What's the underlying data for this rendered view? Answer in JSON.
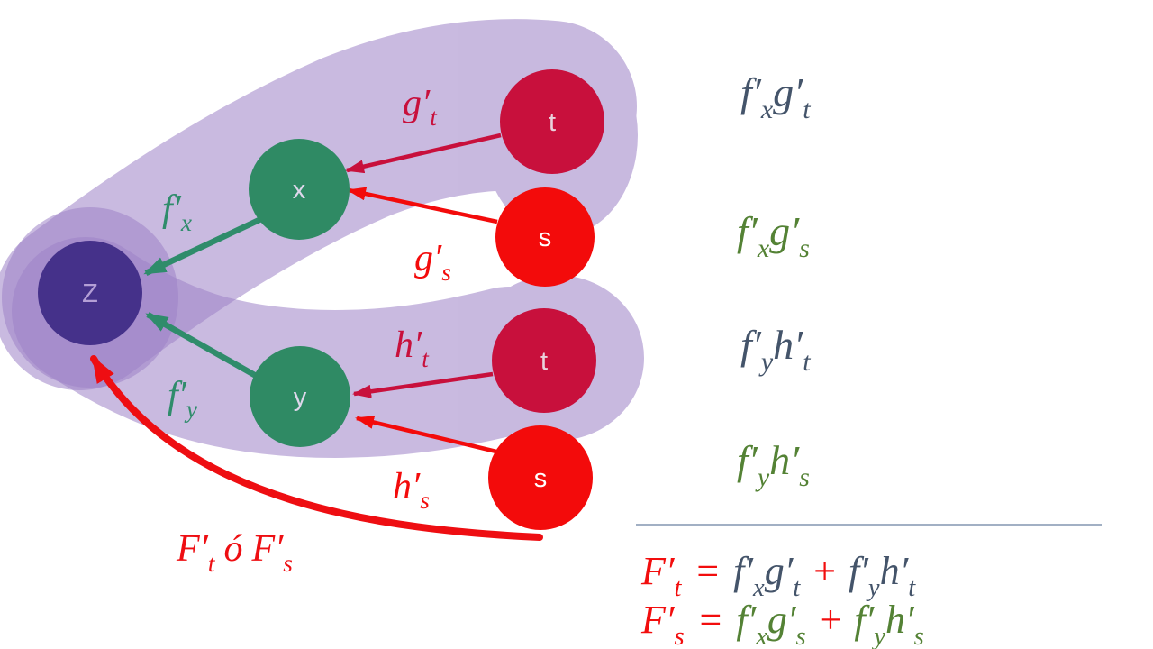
{
  "colors": {
    "blob": "#9C81C6",
    "node_z": "#45318A",
    "node_green": "#2F8A64",
    "node_crimson": "#C8103C",
    "node_red": "#F30B0B",
    "arrow_green": "#2F8C6B",
    "arrow_crimson": "#C8103C",
    "arrow_red": "#F30B0B",
    "curve_red": "#EE0E12",
    "label_z": "#B49FD6",
    "label_green_node": "#DED7EB",
    "label_t": "#E9D2DC",
    "label_s": "#FFFFFF",
    "slate": "#44546A",
    "olive": "#548235",
    "formula_red": "#F20D0D",
    "rule": "#8496B0"
  },
  "nodes": {
    "z": {
      "label": "Z"
    },
    "x": {
      "label": "x"
    },
    "y": {
      "label": "y"
    },
    "t_upper": {
      "label": "t"
    },
    "s_upper": {
      "label": "s"
    },
    "t_lower": {
      "label": "t"
    },
    "s_lower": {
      "label": "s"
    }
  },
  "edge_labels": {
    "g_t": {
      "main": "g′",
      "sub": "t"
    },
    "g_s": {
      "main": "g′",
      "sub": "s"
    },
    "h_t": {
      "main": "h′",
      "sub": "t"
    },
    "h_s": {
      "main": "h′",
      "sub": "s"
    },
    "f_x": {
      "main": "f′",
      "sub": "x"
    },
    "f_y": {
      "main": "f′",
      "sub": "y"
    },
    "F_or": {
      "p1": "F′",
      "s1": "t",
      "mid": "ó",
      "p2": "F′",
      "s2": "s"
    }
  },
  "products": {
    "p1": {
      "a": "f′",
      "a_sub": "x",
      "b": "g′",
      "b_sub": "t"
    },
    "p2": {
      "a": "f′",
      "a_sub": "x",
      "b": "g′",
      "b_sub": "s"
    },
    "p3": {
      "a": "f′",
      "a_sub": "y",
      "b": "h′",
      "b_sub": "t"
    },
    "p4": {
      "a": "f′",
      "a_sub": "y",
      "b": "h′",
      "b_sub": "s"
    }
  },
  "equations": {
    "row1": {
      "lhs": "F′",
      "lhs_sub": "t",
      "eq": "=",
      "t1a": "f′",
      "t1a_sub": "x",
      "t1b": "g′",
      "t1b_sub": "t",
      "plus": "+",
      "t2a": "f′",
      "t2a_sub": "y",
      "t2b": "h′",
      "t2b_sub": "t"
    },
    "row2": {
      "lhs": "F′",
      "lhs_sub": "s",
      "eq": "=",
      "t1a": "f′",
      "t1a_sub": "x",
      "t1b": "g′",
      "t1b_sub": "s",
      "plus": "+",
      "t2a": "f′",
      "t2a_sub": "y",
      "t2b": "h′",
      "t2b_sub": "s"
    }
  }
}
